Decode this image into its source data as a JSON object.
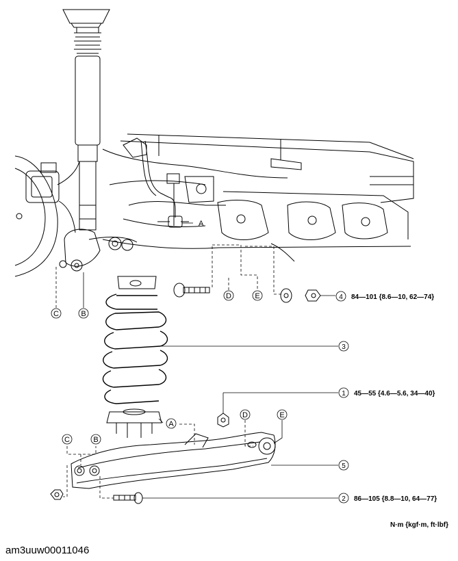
{
  "diagram": {
    "letters": {
      "A": "A",
      "B": "B",
      "C": "C",
      "D": "D",
      "E": "E"
    },
    "callouts": [
      {
        "number": "1",
        "torque": "45—55 {4.6—5.6, 34—40}"
      },
      {
        "number": "2",
        "torque": "86—105 {8.8—10, 64—77}"
      },
      {
        "number": "3",
        "torque": ""
      },
      {
        "number": "4",
        "torque": "84—101 {8.6—10, 62—74}"
      },
      {
        "number": "5",
        "torque": ""
      }
    ],
    "units": "N·m {kgf·m, ft·lbf}"
  },
  "figure_id": "am3uuw00011046"
}
